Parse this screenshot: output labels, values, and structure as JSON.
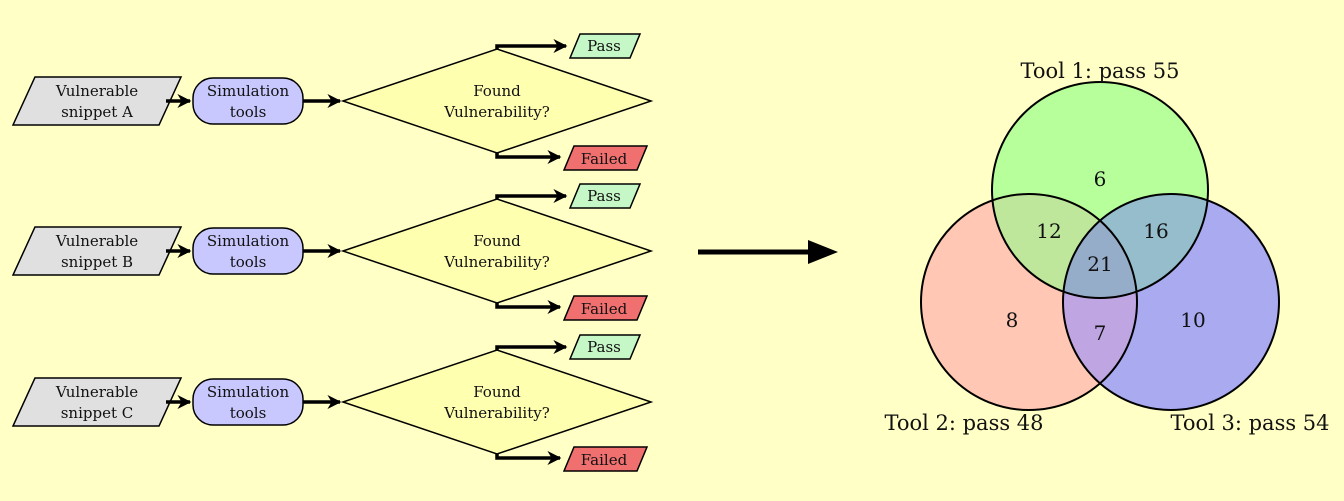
{
  "flow_rows": [
    {
      "input_label": [
        "Vulnerable",
        "snippet A"
      ],
      "tool_label": [
        "Simulation",
        "tools"
      ],
      "decision_label": [
        "Found",
        "Vulnerability?"
      ],
      "pass_label": "Pass",
      "fail_label": "Failed"
    },
    {
      "input_label": [
        "Vulnerable",
        "snippet B"
      ],
      "tool_label": [
        "Simulation",
        "tools"
      ],
      "decision_label": [
        "Found",
        "Vulnerability?"
      ],
      "pass_label": "Pass",
      "fail_label": "Failed"
    },
    {
      "input_label": [
        "Vulnerable",
        "snippet C"
      ],
      "tool_label": [
        "Simulation",
        "tools"
      ],
      "decision_label": [
        "Found",
        "Vulnerability?"
      ],
      "pass_label": "Pass",
      "fail_label": "Failed"
    }
  ],
  "colors": {
    "background": "#ffffc6",
    "input_fill": "#e0e0e0",
    "tool_fill": "#c8c8ff",
    "decision_fill": "#ffffb0",
    "pass_fill": "#c6f7c6",
    "fail_fill": "#f07070",
    "tool1": "#b7ff9a",
    "tool2": "#ffc7b4",
    "tool3": "#a9aaf0"
  },
  "venn": {
    "tool1_title": "Tool 1: pass 55",
    "tool2_title": "Tool 2: pass 48",
    "tool3_title": "Tool 3: pass 54",
    "only_tool1": "6",
    "only_tool2": "8",
    "only_tool3": "10",
    "tool1_tool2": "12",
    "tool1_tool3": "16",
    "tool2_tool3": "7",
    "all_three": "21"
  }
}
